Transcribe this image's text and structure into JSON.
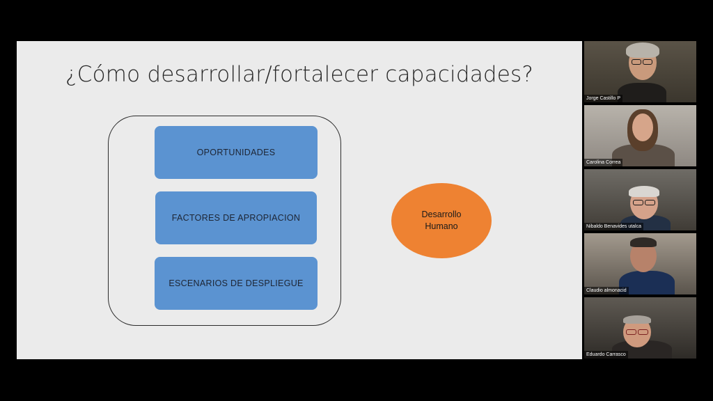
{
  "slide": {
    "title": "¿Cómo desarrollar/fortalecer capacidades?",
    "boxes": [
      "OPORTUNIDADES",
      "FACTORES DE APROPIACION",
      "ESCENARIOS DE DESPLIEGUE"
    ],
    "ellipse": {
      "line1": "Desarrollo",
      "line2": "Humano"
    }
  },
  "participants": [
    {
      "name": "Jorge Castillo P"
    },
    {
      "name": "Carolina Correa"
    },
    {
      "name": "Nibaldo Benavides utalca"
    },
    {
      "name": "Claudio almonacid"
    },
    {
      "name": "Eduardo Carrasco"
    }
  ],
  "colors": {
    "box_blue": "#5b93d1",
    "ellipse_orange": "#ee8232",
    "slide_bg": "#ebebeb"
  }
}
